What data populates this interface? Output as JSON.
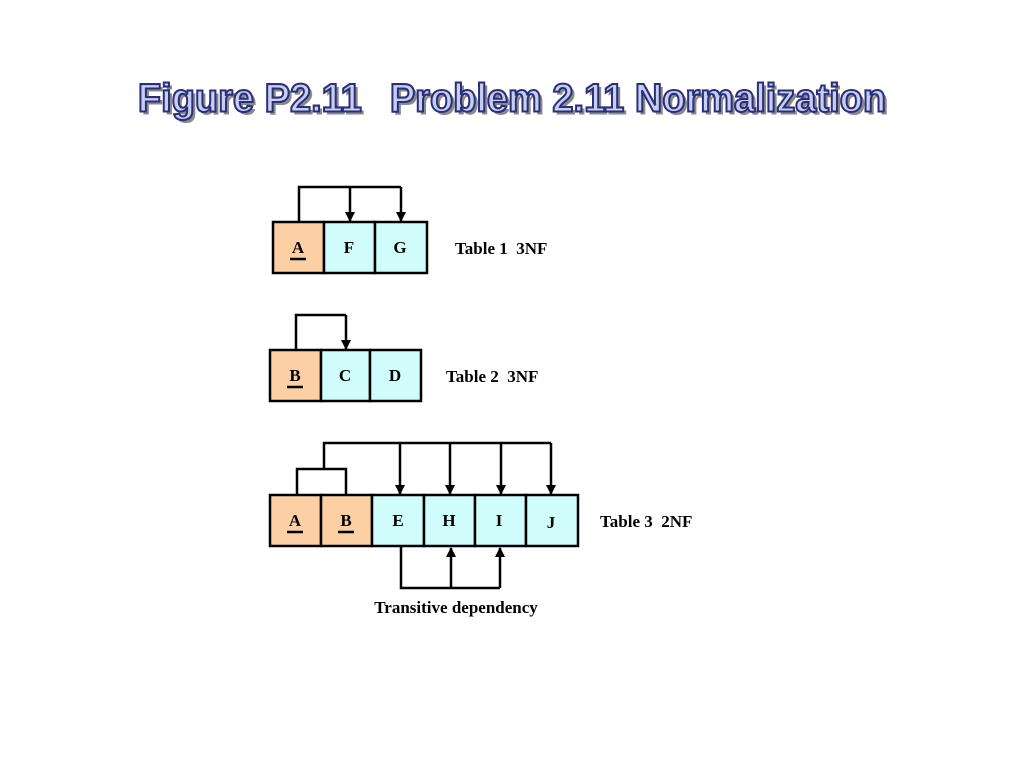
{
  "title": {
    "figure": "Figure P2.11",
    "problem": "Problem 2.11 Normalization"
  },
  "colors": {
    "key_fill": "#fcd0a4",
    "attr_fill": "#d0fcfc",
    "stroke": "#000000",
    "title_fill": "#c7cef0",
    "title_outline": "#2b2f7a"
  },
  "tables": [
    {
      "label": "Table 1  3NF",
      "cells": [
        {
          "text": "A",
          "key": true
        },
        {
          "text": "F",
          "key": false
        },
        {
          "text": "G",
          "key": false
        }
      ]
    },
    {
      "label": "Table 2  3NF",
      "cells": [
        {
          "text": "B",
          "key": true
        },
        {
          "text": "C",
          "key": false
        },
        {
          "text": "D",
          "key": false
        }
      ]
    },
    {
      "label": "Table 3  2NF",
      "cells": [
        {
          "text": "A",
          "key": true
        },
        {
          "text": "B",
          "key": true
        },
        {
          "text": "E",
          "key": false
        },
        {
          "text": "H",
          "key": false
        },
        {
          "text": "I",
          "key": false
        },
        {
          "text": "J",
          "key": false
        }
      ]
    }
  ],
  "annotations": {
    "transitive": "Transitive dependency"
  }
}
